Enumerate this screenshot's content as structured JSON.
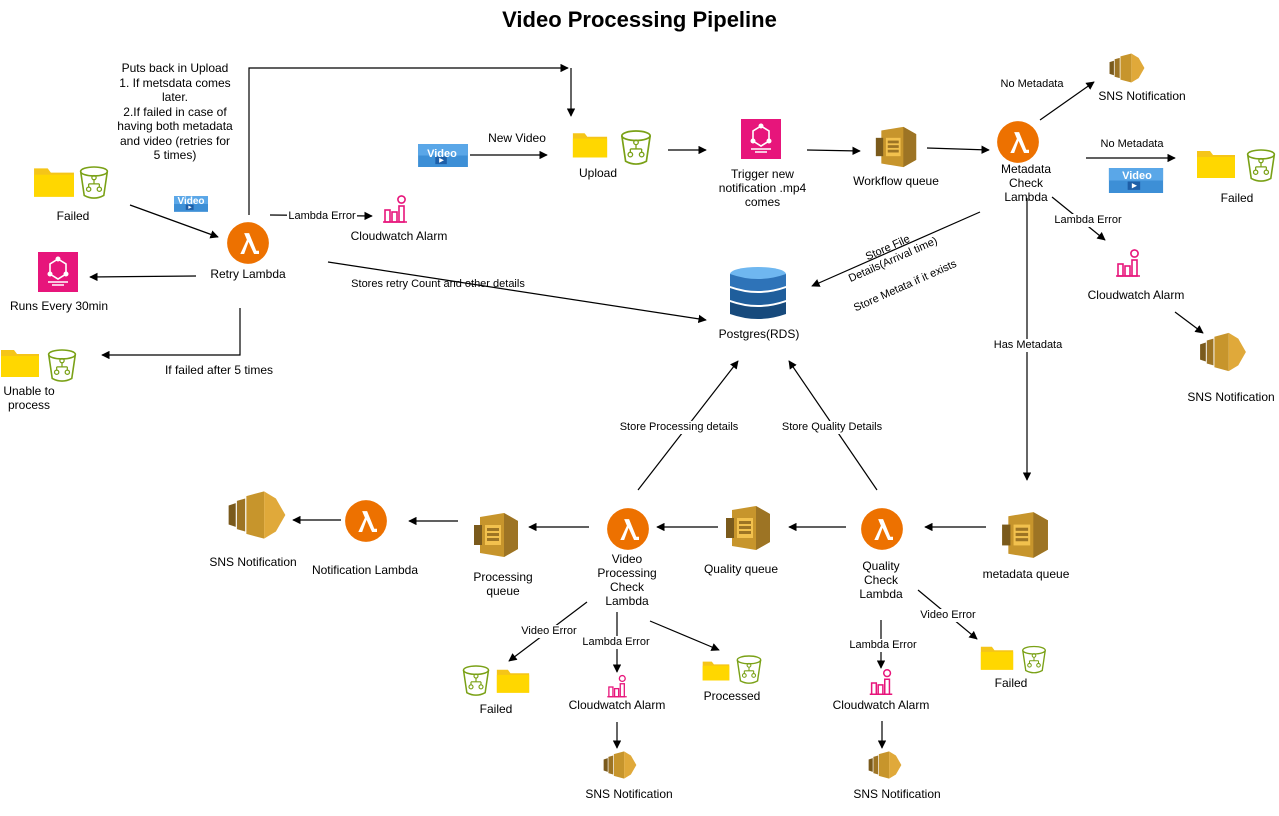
{
  "title": "Video Processing Pipeline",
  "nodes": {
    "upload": "Upload",
    "trigger": "Trigger new\nnotification .mp4\ncomes",
    "workflow_queue": "Workflow queue",
    "metadata_check_lambda": "Metadata\nCheck\nLambda",
    "sns_top": "SNS Notification",
    "failed_right": "Failed",
    "cloudwatch_right": "Cloudwatch Alarm",
    "sns_right": "SNS Notification",
    "postgres": "Postgres(RDS)",
    "failed_left": "Failed",
    "retry_lambda": "Retry Lambda",
    "cloudwatch_retry": "Cloudwatch Alarm",
    "runs_every": "Runs Every 30min",
    "unable": "Unable to\nprocess",
    "sns_bottom_left": "SNS Notification",
    "notification_lambda": "Notification Lambda",
    "processing_queue": "Processing\nqueue",
    "video_processing_lambda": "Video\nProcessing\nCheck\nLambda",
    "quality_queue": "Quality queue",
    "quality_check_lambda": "Quality\nCheck\nLambda",
    "metadata_queue": "metadata queue",
    "failed_vp": "Failed",
    "cloudwatch_vp": "Cloudwatch Alarm",
    "processed": "Processed",
    "sns_vp": "SNS Notification",
    "cloudwatch_qc": "Cloudwatch Alarm",
    "failed_qc": "Failed",
    "sns_qc": "SNS Notification",
    "video_badge": "Video"
  },
  "edges": {
    "puts_back": "Puts back in Upload\n1. If metsdata comes\nlater.\n2.If failed  in case of\nhaving both metadata\nand video (retries for\n5 times)",
    "new_video": "New Video",
    "no_metadata_top": "No Metadata",
    "no_metadata_right": "No Metadata",
    "lambda_error_right": "Lambda Error",
    "lambda_error_retry": "Lambda Error",
    "stores_retry": "Stores retry Count and other details",
    "store_file": "Store File\nDetails(Arrival time)",
    "store_meta": "Store Metata if it exists",
    "has_metadata": "Has Metadata",
    "if_failed": "If failed after 5 times",
    "store_processing": "Store Processing details",
    "store_quality": "Store Quality Details",
    "video_error_vp": "Video Error",
    "lambda_error_vp": "Lambda Error",
    "lambda_error_qc": "Lambda Error",
    "video_error_qc": "Video Error"
  },
  "colors": {
    "lambda": "#ED7100",
    "sqs": "#C7952C",
    "sns": "#C7952C",
    "eventbridge": "#E7157B",
    "cloudwatch": "#E7157B",
    "s3": "#7AA116",
    "folder": "#FFD700",
    "rds": "#2E73B8"
  }
}
